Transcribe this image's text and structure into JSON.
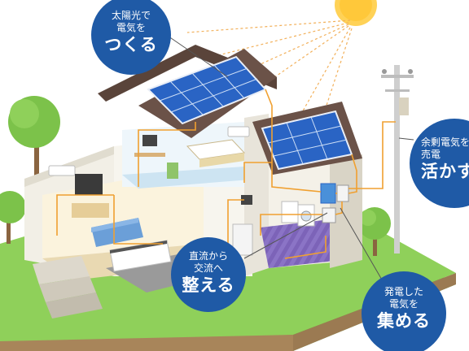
{
  "callouts": {
    "generate": {
      "line1": "太陽光で",
      "line2": "電気を",
      "emphasis": "つくる"
    },
    "convert": {
      "line1": "直流から",
      "line2": "交流へ",
      "emphasis": "整える"
    },
    "collect": {
      "line1": "発電した",
      "line2": "電気を",
      "emphasis": "集める"
    },
    "surplus": {
      "line1": "余剰電気を",
      "line2": "売電",
      "emphasis": "活かす"
    }
  },
  "colors": {
    "callout_blue": "#1f5aa6",
    "wiring_orange": "#f0a030",
    "panel_blue": "#2a64c4",
    "grass_green": "#7dc24a",
    "sun_yellow": "#ffc83a",
    "roof_brown": "#6b5248"
  }
}
